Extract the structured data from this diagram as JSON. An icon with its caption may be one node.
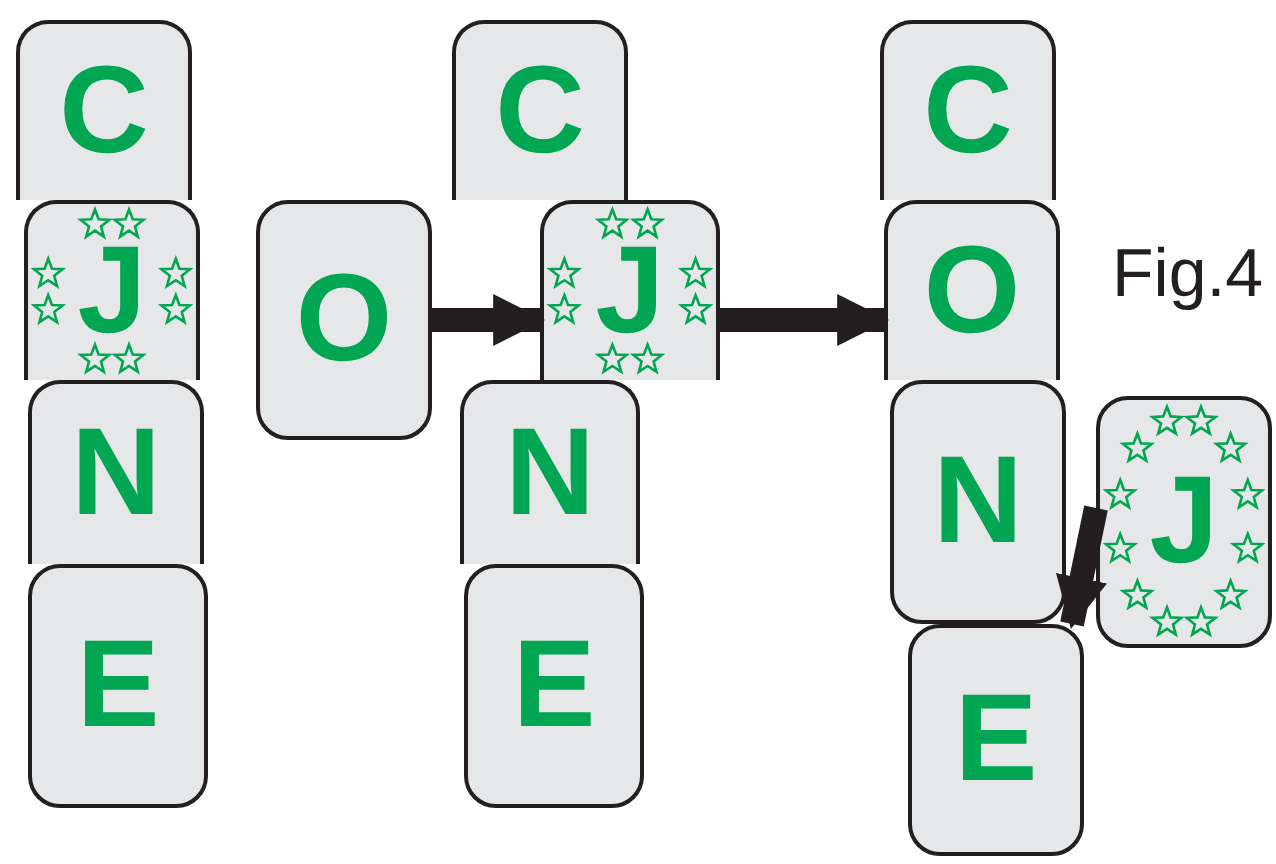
{
  "diagram": {
    "nodes": [
      {
        "text": [
          "C"
        ]
      },
      {
        "text": [
          "J"
        ]
      },
      {
        "text": [
          "N"
        ]
      },
      {
        "text": [
          "E"
        ]
      },
      {
        "text": [
          "O"
        ]
      },
      {
        "text": [
          "C"
        ]
      },
      {
        "text": [
          "J"
        ]
      },
      {
        "text": [
          "N"
        ]
      },
      {
        "text": [
          "E"
        ]
      },
      {
        "text": [
          "C"
        ]
      },
      {
        "text": [
          "O"
        ]
      },
      {
        "text": [
          "N"
        ]
      },
      {
        "text": [
          "E"
        ]
      },
      {
        "text": [
          "J"
        ]
      }
    ],
    "edges": [
      {
        "from": 4,
        "to": 6,
        "arrow": "to"
      },
      {
        "from": 6,
        "to": 10,
        "arrow": "to"
      },
      {
        "from": 13,
        "to": 12,
        "arrow": "to"
      }
    ],
    "labels": [
      "Fig.4"
    ]
  }
}
